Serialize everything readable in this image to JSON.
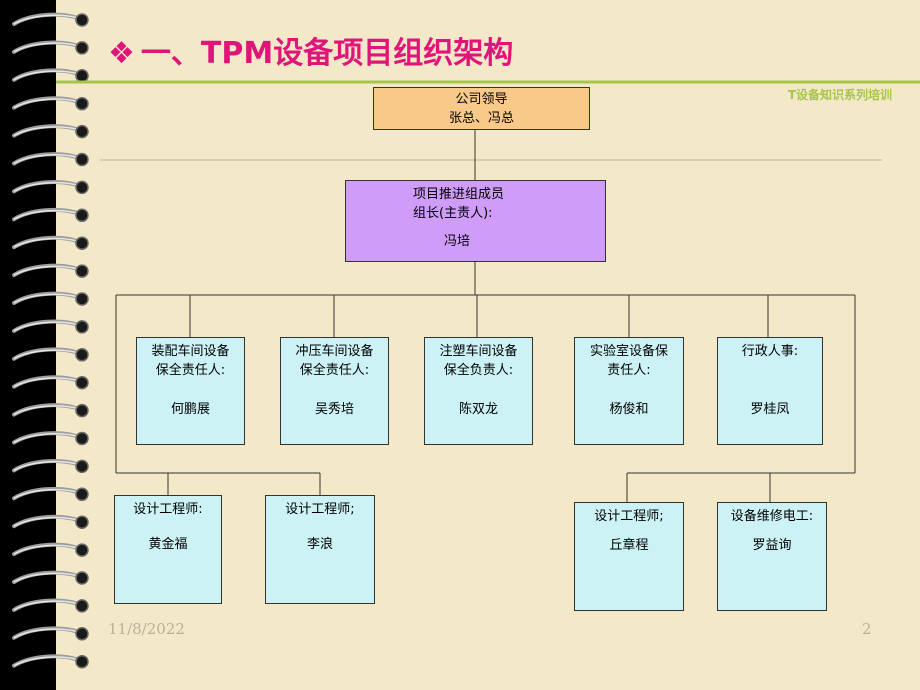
{
  "slide": {
    "title_bullet": "❖",
    "title": "一、TPM设备项目组织架构",
    "subtitle": "T设备知识系列培训",
    "date": "11/8/2022",
    "page_number": "2"
  },
  "org": {
    "top": {
      "line1": "公司领导",
      "line2": "张总、冯总"
    },
    "lead": {
      "line1": "项目推进组成员",
      "line2": "组长(主责人):",
      "name": "冯培"
    },
    "depts": [
      {
        "line1": "装配车间设备",
        "line2": "保全责任人:",
        "name": "何鹏展"
      },
      {
        "line1": "冲压车间设备",
        "line2": "保全责任人:",
        "name": "吴秀培"
      },
      {
        "line1": "注塑车间设备",
        "line2": "保全负责人:",
        "name": "陈双龙"
      },
      {
        "line1": "实验室设备保",
        "line2": "责任人:",
        "name": "杨俊和"
      },
      {
        "line1": "行政人事:",
        "line2": "",
        "name": "罗桂凤"
      }
    ],
    "sub_left": [
      {
        "role": "设计工程师:",
        "name": "黄金福"
      },
      {
        "role": "设计工程师;",
        "name": "李浪"
      }
    ],
    "sub_right": [
      {
        "role": "设计工程师;",
        "name": "丘章程"
      },
      {
        "role": "设备维修电工:",
        "name": "罗益询"
      }
    ]
  },
  "colors": {
    "title": "#e0157a",
    "subtitle": "#a5c64a",
    "leader_box": "#f9c98a",
    "lead_box": "#cf9cf8",
    "dept_box": "#ccf2f6"
  }
}
